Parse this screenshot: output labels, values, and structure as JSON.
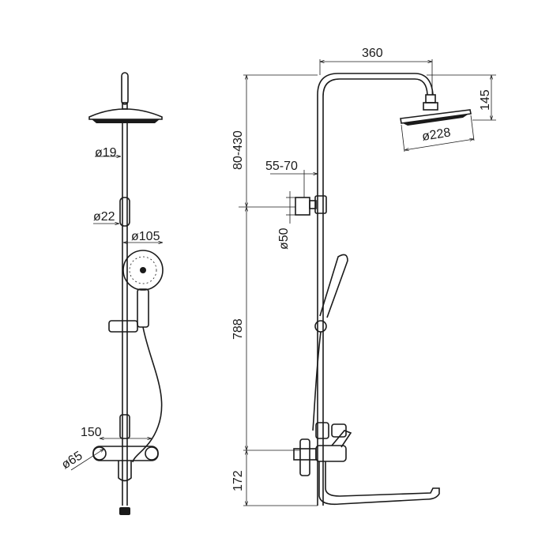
{
  "front_view": {
    "labels": {
      "pipe_diameter": "ø19",
      "slider_diameter": "ø22",
      "hand_shower_diameter": "ø105",
      "mixer_spacing": "150",
      "flange_diameter": "ø65"
    }
  },
  "side_view": {
    "labels": {
      "arm_length": "360",
      "head_height": "145",
      "head_diameter": "ø228",
      "height_adjust": "80-430",
      "wall_offset": "55-70",
      "bracket_diameter": "ø50",
      "rail_height": "788",
      "mixer_height": "172"
    }
  },
  "colors": {
    "line": "#1a1a1a",
    "background": "#ffffff"
  }
}
